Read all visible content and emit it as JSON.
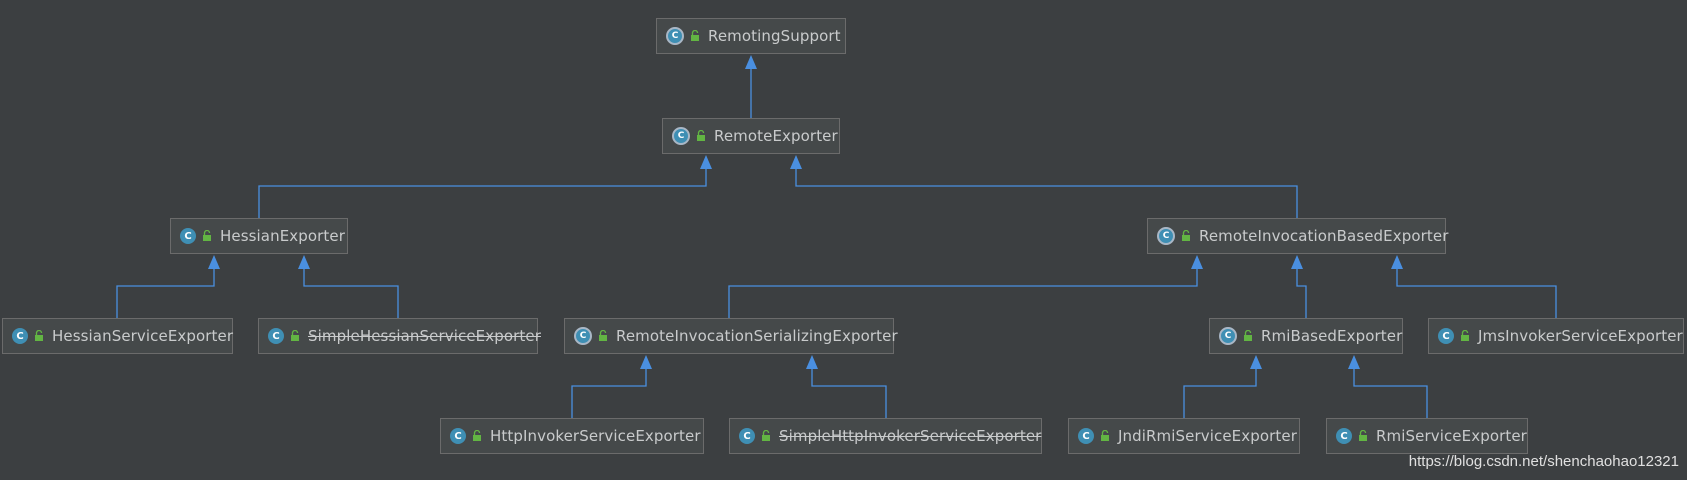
{
  "diagram": {
    "nodes": [
      {
        "id": "RemotingSupport",
        "label": "RemotingSupport",
        "abstract": true,
        "deprecated": false
      },
      {
        "id": "RemoteExporter",
        "label": "RemoteExporter",
        "abstract": true,
        "deprecated": false
      },
      {
        "id": "HessianExporter",
        "label": "HessianExporter",
        "abstract": false,
        "deprecated": false
      },
      {
        "id": "RemoteInvocationBasedExporter",
        "label": "RemoteInvocationBasedExporter",
        "abstract": true,
        "deprecated": false
      },
      {
        "id": "HessianServiceExporter",
        "label": "HessianServiceExporter",
        "abstract": false,
        "deprecated": false
      },
      {
        "id": "SimpleHessianServiceExporter",
        "label": "SimpleHessianServiceExporter",
        "abstract": false,
        "deprecated": true
      },
      {
        "id": "RemoteInvocationSerializingExporter",
        "label": "RemoteInvocationSerializingExporter",
        "abstract": true,
        "deprecated": false
      },
      {
        "id": "RmiBasedExporter",
        "label": "RmiBasedExporter",
        "abstract": true,
        "deprecated": false
      },
      {
        "id": "JmsInvokerServiceExporter",
        "label": "JmsInvokerServiceExporter",
        "abstract": false,
        "deprecated": false
      },
      {
        "id": "HttpInvokerServiceExporter",
        "label": "HttpInvokerServiceExporter",
        "abstract": false,
        "deprecated": false
      },
      {
        "id": "SimpleHttpInvokerServiceExporter",
        "label": "SimpleHttpInvokerServiceExporter",
        "abstract": false,
        "deprecated": true
      },
      {
        "id": "JndiRmiServiceExporter",
        "label": "JndiRmiServiceExporter",
        "abstract": false,
        "deprecated": false
      },
      {
        "id": "RmiServiceExporter",
        "label": "RmiServiceExporter",
        "abstract": false,
        "deprecated": false
      }
    ],
    "edges": [
      {
        "from": "RemoteExporter",
        "to": "RemotingSupport"
      },
      {
        "from": "HessianExporter",
        "to": "RemoteExporter"
      },
      {
        "from": "RemoteInvocationBasedExporter",
        "to": "RemoteExporter"
      },
      {
        "from": "HessianServiceExporter",
        "to": "HessianExporter"
      },
      {
        "from": "SimpleHessianServiceExporter",
        "to": "HessianExporter"
      },
      {
        "from": "RemoteInvocationSerializingExporter",
        "to": "RemoteInvocationBasedExporter"
      },
      {
        "from": "RmiBasedExporter",
        "to": "RemoteInvocationBasedExporter"
      },
      {
        "from": "JmsInvokerServiceExporter",
        "to": "RemoteInvocationBasedExporter"
      },
      {
        "from": "HttpInvokerServiceExporter",
        "to": "RemoteInvocationSerializingExporter"
      },
      {
        "from": "SimpleHttpInvokerServiceExporter",
        "to": "RemoteInvocationSerializingExporter"
      },
      {
        "from": "JndiRmiServiceExporter",
        "to": "RmiBasedExporter"
      },
      {
        "from": "RmiServiceExporter",
        "to": "RmiBasedExporter"
      }
    ],
    "class_icon_glyph": "C",
    "colors": {
      "background": "#3c3f41",
      "node_fill": "#45494a",
      "node_border": "#6b6b6b",
      "text": "#c9cbcc",
      "edge": "#4a8fe0",
      "class_icon": "#3f8fb4",
      "access_icon": "#62b543"
    }
  },
  "watermark": "https://blog.csdn.net/shenchaohao12321"
}
